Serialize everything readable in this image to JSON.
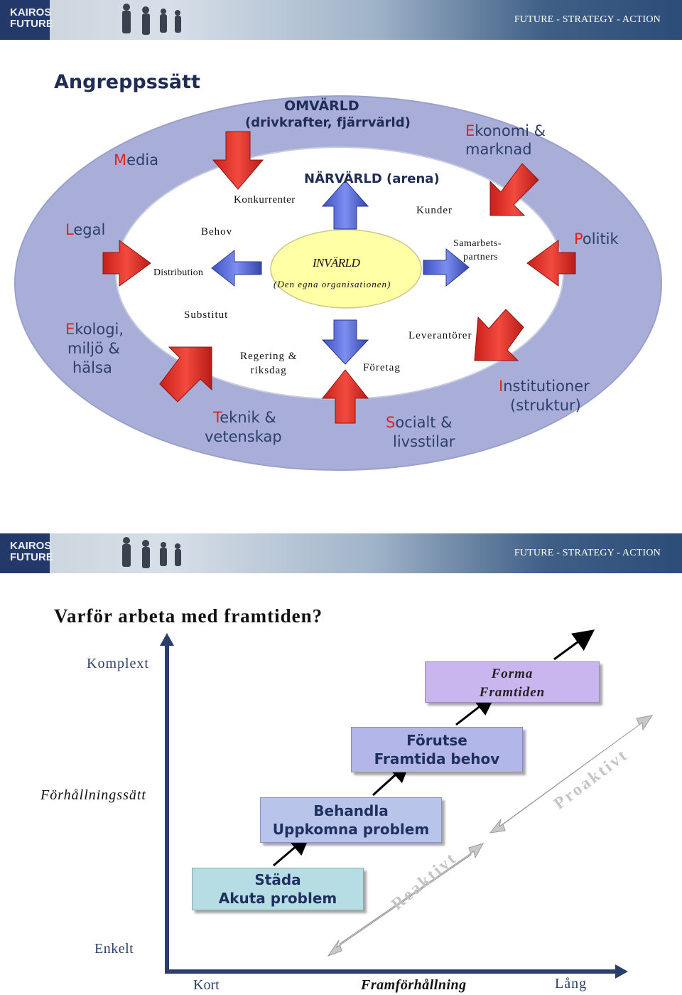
{
  "banner": {
    "logo_line1": "KAIROS",
    "logo_line2": "FUTURE",
    "tagline": "FUTURE - STRATEGY - ACTION"
  },
  "slide1": {
    "title": "Angreppssätt",
    "outer_heading_1": "OMVÄRLD",
    "outer_heading_2": "(drivkrafter, fjärrvärld)",
    "middle_heading": "NÄRVÄRLD (arena)",
    "inner_title": "INVÄRLD",
    "inner_subtitle": "(Den egna organisationen)",
    "outer_factors": [
      {
        "cap": "M",
        "rest1": "edia",
        "rest2": ""
      },
      {
        "cap": "E",
        "rest1": "konomi &",
        "rest2": "marknad"
      },
      {
        "cap": "L",
        "rest1": "egal",
        "rest2": ""
      },
      {
        "cap": "P",
        "rest1": "olitik",
        "rest2": ""
      },
      {
        "cap": "E",
        "rest1": "kologi,",
        "rest2": "miljö &",
        "rest3": "hälsa"
      },
      {
        "cap": "I",
        "rest1": "nstitutioner",
        "rest2": "(struktur)"
      },
      {
        "cap": "T",
        "rest1": "eknik &",
        "rest2": "vetenskap"
      },
      {
        "cap": "S",
        "rest1": "ocialt &",
        "rest2": "livsstilar"
      }
    ],
    "arena_actors": {
      "konkurrenter": "Konkurrenter",
      "kunder": "Kunder",
      "behov": "Behov",
      "samarbets_1": "Samarbets-",
      "samarbets_2": "partners",
      "distribution": "Distribution",
      "substitut": "Substitut",
      "leverantorer": "Leverantörer",
      "regering_1": "Regering &",
      "regering_2": "riksdag",
      "foretag": "Företag"
    },
    "colors": {
      "outer": "#a9aed8",
      "middle": "#ffffff",
      "inner": "#ffffa6",
      "red_arrow": "#e8322b",
      "blue_arrow": "#5b6fd6"
    }
  },
  "slide2": {
    "title": "Varför arbeta med framtiden?",
    "y_top_label": "Komplext",
    "y_bottom_label": "Enkelt",
    "y_axis_title": "Förhållningssätt",
    "x_left_label": "Kort",
    "x_right_label": "Lång",
    "x_axis_title": "Framförhållning",
    "boxes": [
      {
        "line1": "Städa",
        "line2": "Akuta problem",
        "color": "#b6dde4"
      },
      {
        "line1": "Behandla",
        "line2": "Uppkomna problem",
        "color": "#b8c4ea"
      },
      {
        "line1": "Förutse",
        "line2": "Framtida behov",
        "color": "#b3b6e8"
      },
      {
        "line1": "Forma",
        "line2": "Framtiden",
        "color": "#c9b6ef"
      }
    ],
    "reaktivt": "Reaktivt",
    "proaktivt": "Proaktivt"
  }
}
